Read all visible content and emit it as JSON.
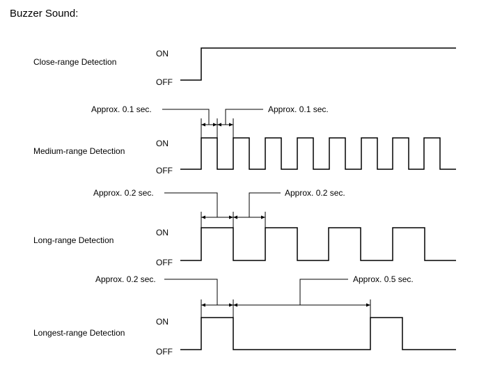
{
  "title": "Buzzer Sound:",
  "level_on": "ON",
  "level_off": "OFF",
  "rows": [
    {
      "label": "Close-range Detection",
      "annotations": []
    },
    {
      "label": "Medium-range Detection",
      "annotations": [
        "Approx. 0.1 sec.",
        "Approx. 0.1 sec."
      ]
    },
    {
      "label": "Long-range Detection",
      "annotations": [
        "Approx. 0.2 sec.",
        "Approx. 0.2 sec."
      ]
    },
    {
      "label": "Longest-range Detection",
      "annotations": [
        "Approx. 0.2 sec.",
        "Approx. 0.5 sec."
      ]
    }
  ]
}
